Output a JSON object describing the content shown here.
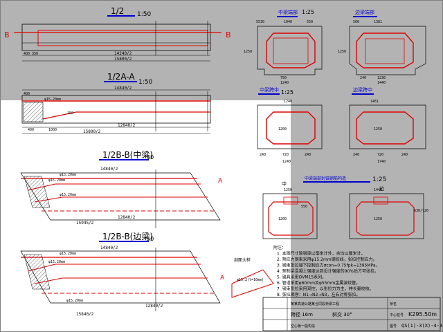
{
  "views": {
    "plan_title": "1/2",
    "plan_scale": "1:50",
    "plan_section_left": "B",
    "plan_section_right": "B",
    "plan_dim_total": "14240/2",
    "plan_dim_bottom": "15800/2",
    "plan_dim_small": "400",
    "plan_dim_small2": "350",
    "aa_title": "1/2A-A",
    "aa_scale": "1:50",
    "aa_dim_top": "14840/2",
    "aa_note_strand": "φ15.20mm",
    "aa_dim_mid": "12840/2",
    "aa_dim_bottom": "15800/2",
    "aa_dim_400": "400",
    "aa_dim_1000": "1000",
    "aa_dim_400b": "400",
    "aa_dim_150": "150",
    "bb_mid_title": "1/2B-B(中梁)",
    "bb_mid_scale": "50",
    "bb_mid_dim_top": "14840/2",
    "bb_mid_note1": "φ15.20mm",
    "bb_mid_note2": "φ15.20mm",
    "bb_mid_note3": "φ15.20mm",
    "bb_mid_dim_mid": "12840/2",
    "bb_mid_dim_bottom": "15945/2",
    "bb_mid_A_label": "A",
    "bb_side_title": "1/2B-B(边梁)",
    "bb_side_scale": "50",
    "bb_side_dim_top": "14840/2",
    "bb_side_note1": "φ15.20mm",
    "bb_side_note2": "φ15.20mm",
    "bb_side_note3": "φ15.20mm",
    "bb_side_dim_mid": "12840/2",
    "bb_side_dim_bottom": "15840/2",
    "bb_side_A_label": "A",
    "detail_label": "剖面大样",
    "detail_note": "φ15.2(l=10mm)",
    "sec_mid_title": "中梁端部",
    "sec_mid_scale": "1:25",
    "sec_side_title": "边梁端部",
    "sec_mid_dims": [
      "1040",
      "5530",
      "550",
      "750",
      "1240",
      "1250"
    ],
    "sec_side_dims": [
      "560",
      "1381",
      "240",
      "1230",
      "1440",
      "1250"
    ],
    "sec2_mid_title": "中梁跨中",
    "sec2_mid_scale": "1:25",
    "sec2_side_title": "边梁跨中",
    "sec2_mid_dims": [
      "1240",
      "1200",
      "240",
      "720",
      "240",
      "1240"
    ],
    "sec2_side_dims": [
      "1461",
      "1250",
      "240",
      "720",
      "240",
      "1740"
    ],
    "sec3_title": "中梁端部封锚钢筋构造",
    "sec3_scale": "1:25",
    "sec3_mid_label": "中",
    "sec3_side_label": "边",
    "sec3_mid_dims": [
      "1250",
      "550",
      "1200"
    ],
    "sec3_side_dims": [
      "1445",
      "1250",
      "630/720"
    ],
    "notes": [
      "附注：",
      "1. 本图尺寸除钢束以毫米计外，余均以厘米计。",
      "2. 预应力钢束采用φ15.2mm钢绞线，张拉控制应力。",
      "3. 钢束张拉锚下控制应力σcon=0.75fpk=1395MPa。",
      "4. 预制梁混凝土强度达到设计强度的90%后方可张拉。",
      "5. 锚具采用OVM15系列。",
      "6. 管道采用φ60mm及φ55mm金属波纹管。",
      "7. 钢束张拉采用双控，以张拉力为主，伸长量校核。",
      "8. 张拉顺序：N1→N2→N3，左右对称张拉。"
    ],
    "title_block": {
      "project": "某某高速公路某合同段桥梁工程",
      "span": "跨径 16m",
      "skew": "斜交 30°",
      "drawing": "预应力钢束布置图",
      "stake": "K295.50m",
      "drawing_no": "QS(1)-3(X)-4-3",
      "label_a": "桥名",
      "label_b": "中心桩号",
      "label_c": "图号",
      "sheet_label": "空心板一般构造"
    }
  },
  "colors": {
    "background_gray": "#b3b3b3",
    "line_red": "#e00000",
    "line_black": "#000000",
    "title_blue": "#0000cc"
  }
}
